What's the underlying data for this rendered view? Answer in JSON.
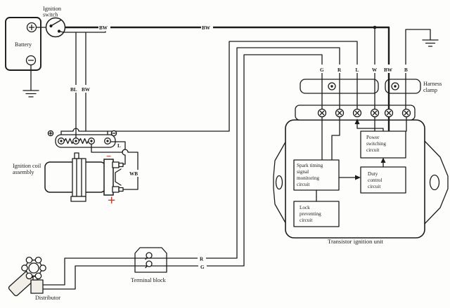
{
  "colors": {
    "line": "#1c1c1c",
    "accent_red": "#d93425",
    "paper": "#fdfdfb"
  },
  "battery": {
    "label": "Battery"
  },
  "ignition_switch": {
    "label": [
      "Ignition",
      "switch"
    ]
  },
  "wire_labels": {
    "top_bw_1": "BW",
    "top_bw_2": "BW",
    "bl": "BL",
    "bw": "BW",
    "resistor_l": "L",
    "coil_wb": "WB",
    "dist_r": "R",
    "dist_g": "G"
  },
  "unit_terminals": [
    "G",
    "R",
    "L",
    "W",
    "BW",
    "B"
  ],
  "harness_clamp": {
    "label": [
      "Harness",
      "clamp"
    ]
  },
  "ignition_coil": {
    "label": [
      "Ignition coil",
      "assembly"
    ],
    "minus_mark": "−",
    "plus_mark": "+"
  },
  "transistor_unit": {
    "label": "Transistor ignition unit",
    "power_box": [
      "Power",
      "switching",
      "circuit"
    ],
    "spark_box": [
      "Spark timing",
      "signal",
      "monitoring",
      "circuit"
    ],
    "duty_box": [
      "Duty",
      "control",
      "circuit"
    ],
    "lock_box": [
      "Lock",
      "preventing",
      "circuit"
    ]
  },
  "distributor": {
    "label": "Distributor"
  },
  "terminal_block": {
    "label": "Terminal block"
  }
}
